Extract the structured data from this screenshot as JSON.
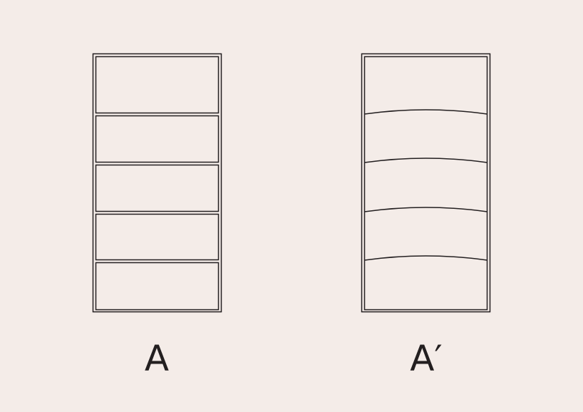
{
  "colors": {
    "background": "#f4ece8",
    "stroke": "#231f20"
  },
  "figure_a": {
    "label": "A",
    "compartments": 5,
    "divider_shape": "straight"
  },
  "figure_a_prime": {
    "label": "A′",
    "compartments": 5,
    "divider_shape": "curved"
  }
}
